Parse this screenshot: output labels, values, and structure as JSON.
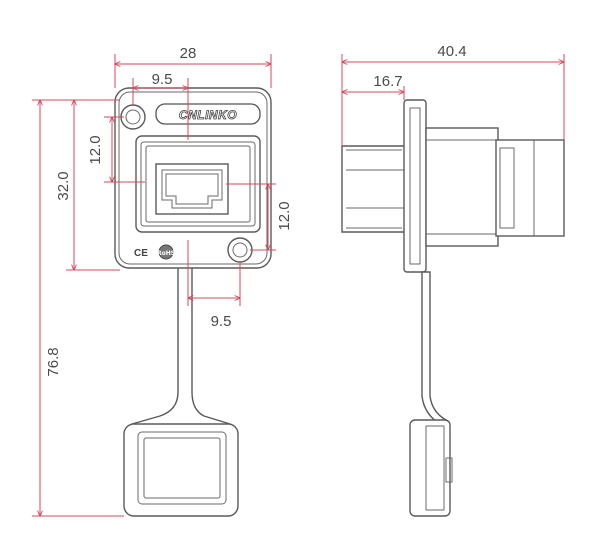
{
  "front_view": {
    "width": "28",
    "hole_spacing_top": "9.5",
    "hole_spacing_bottom": "9.5",
    "flange_height": "32.0",
    "hole_offset_left": "12.0",
    "hole_offset_right": "12.0",
    "overall_length": "76.8",
    "logo": "CNLINKO",
    "marks": [
      "CE",
      "RoHS"
    ]
  },
  "side_view": {
    "overall_depth": "40.4",
    "front_depth": "16.7"
  },
  "colors": {
    "dimension_line": "#d4485a",
    "outline": "#5a5a5a",
    "text": "#4a4a4a"
  }
}
